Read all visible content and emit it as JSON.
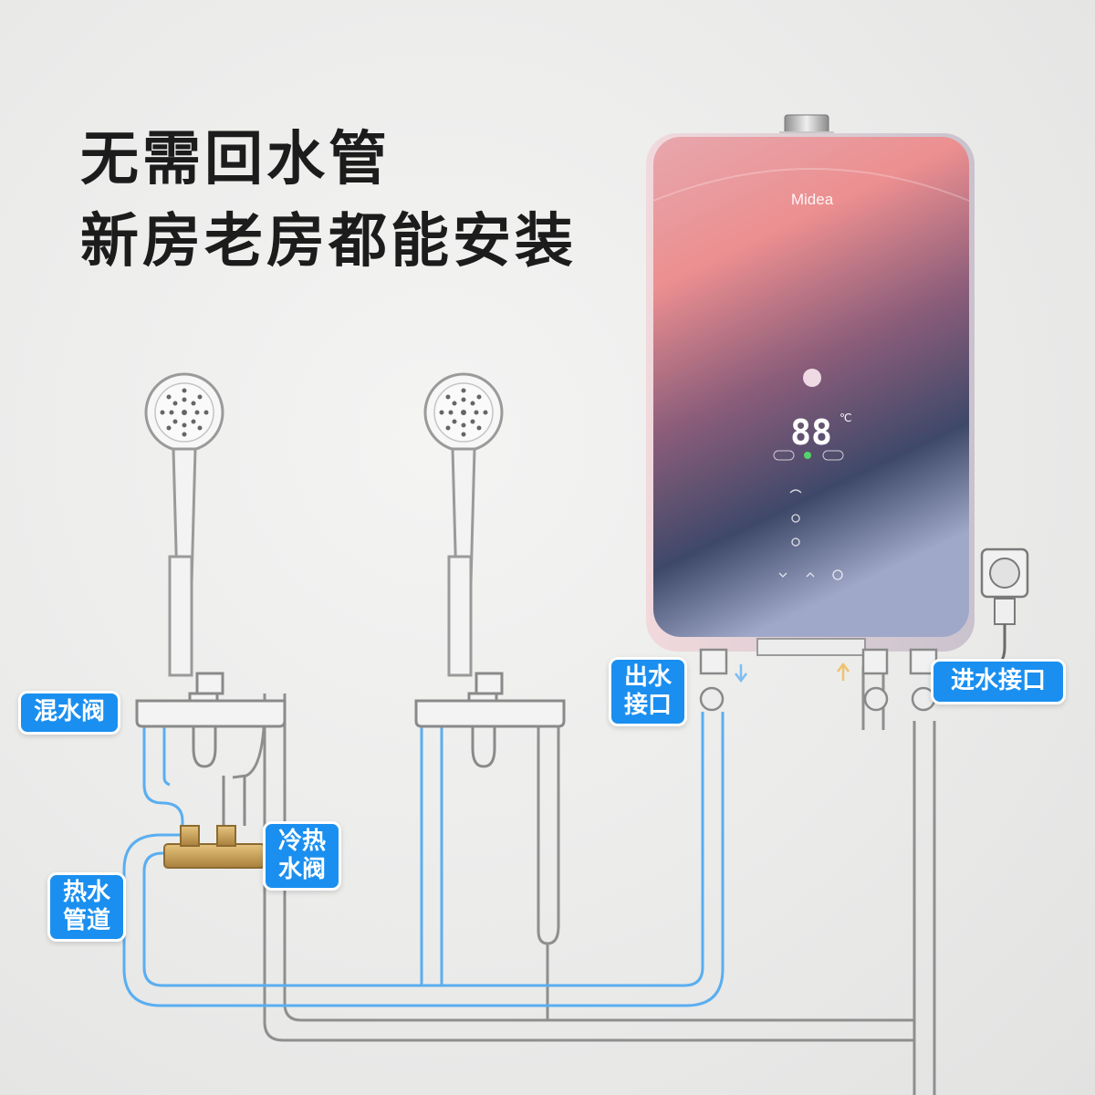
{
  "headline": {
    "line1": "无需回水管",
    "line2": "新房老房都能安装"
  },
  "brand": "Midea",
  "display": {
    "temperature": "88",
    "unit": "℃"
  },
  "callouts": {
    "mixing_valve": "混水阀",
    "hot_cold_valve": [
      "冷热",
      "水阀"
    ],
    "hot_water_pipe": [
      "热水",
      "管道"
    ],
    "outlet": [
      "出水",
      "接口"
    ],
    "inlet": "进水接口"
  },
  "colors": {
    "callout_blue": "#1a8ff0",
    "hot_pipe_blue": "#59aef0",
    "pipe_gray": "#8a8a8a",
    "heater_top": "#e98f93",
    "heater_bottom": "#3d4668",
    "brass": "#c9a258"
  }
}
